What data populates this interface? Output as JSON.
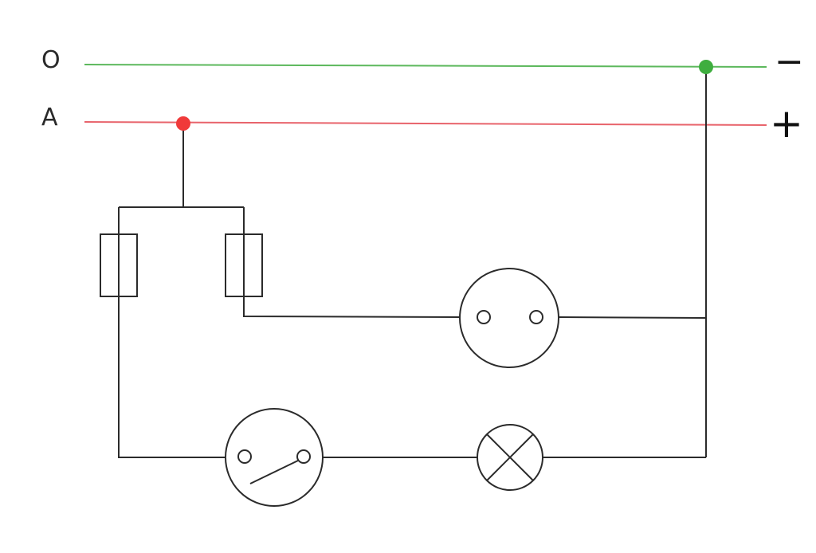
{
  "lines": {
    "neutral": {
      "label": "O",
      "sign": "−",
      "color": "#5cb85c",
      "junction_color": "#3fae3f"
    },
    "phase": {
      "label": "A",
      "sign": "+",
      "color": "#e8636b",
      "junction_color": "#f03a3a"
    }
  },
  "components": {
    "fuses": [
      "fuse",
      "fuse"
    ],
    "socket": "socket-icon",
    "switch": "switch-icon",
    "lamp": "lamp-icon"
  },
  "colors": {
    "wire": "#2b2b2b",
    "background": "#ffffff"
  }
}
